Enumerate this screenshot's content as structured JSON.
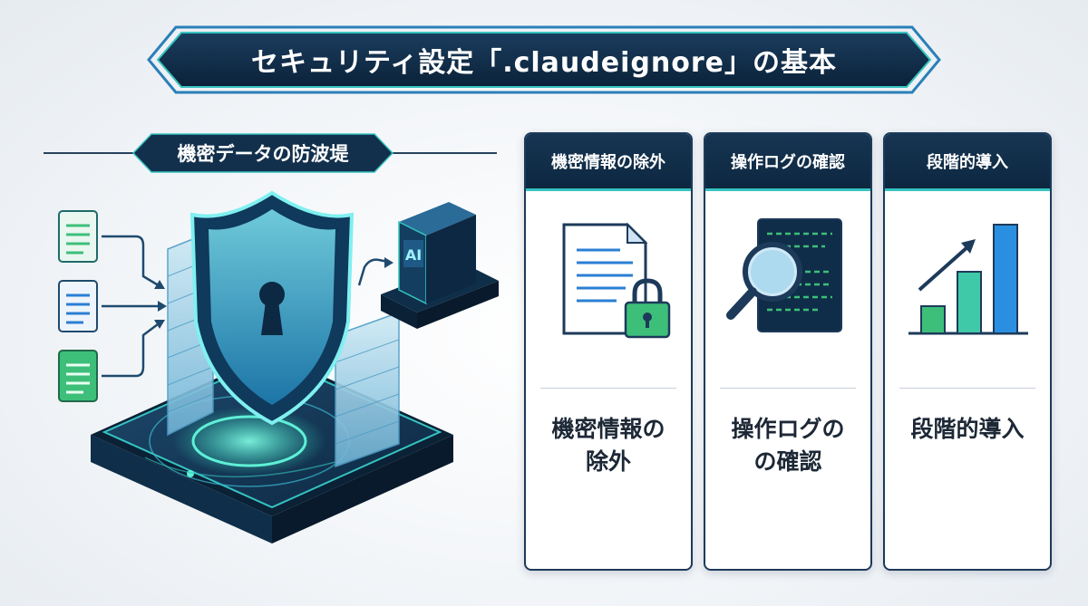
{
  "banner": {
    "title": "セキュリティ設定「.claudeignore」の基本"
  },
  "section": {
    "label": "機密データの防波堤"
  },
  "illustration": {
    "ai_label": "AI"
  },
  "cards": [
    {
      "header": "機密情報の除外",
      "body_line1": "機密情報の",
      "body_line2": "除外",
      "icon": "document-lock-icon"
    },
    {
      "header": "操作ログの確認",
      "body_line1": "操作ログの",
      "body_line2": "の確認",
      "icon": "magnifier-log-icon"
    },
    {
      "header": "段階的導入",
      "body_line1": "段階的導入",
      "body_line2": "",
      "icon": "growth-chart-icon"
    }
  ],
  "colors": {
    "navy": "#0d2740",
    "teal": "#36c3c0",
    "green": "#3dbf7a",
    "blue": "#2a7fd4"
  }
}
